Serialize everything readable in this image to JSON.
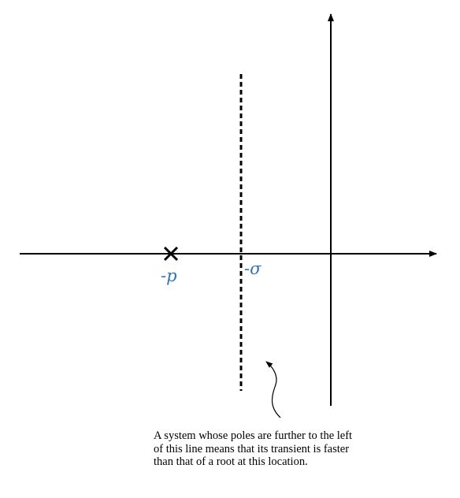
{
  "labels": {
    "pole": "-p",
    "sigma": "-σ"
  },
  "note": {
    "lines": [
      "A system whose poles are further to the left",
      "of this line means that its transient is faster",
      "than that of a root at this location."
    ]
  },
  "colors": {
    "label": "#2e75b6",
    "lines": "#000000"
  },
  "icons": {
    "pole": "x-mark-icon",
    "pointer": "curved-arrow-icon"
  }
}
